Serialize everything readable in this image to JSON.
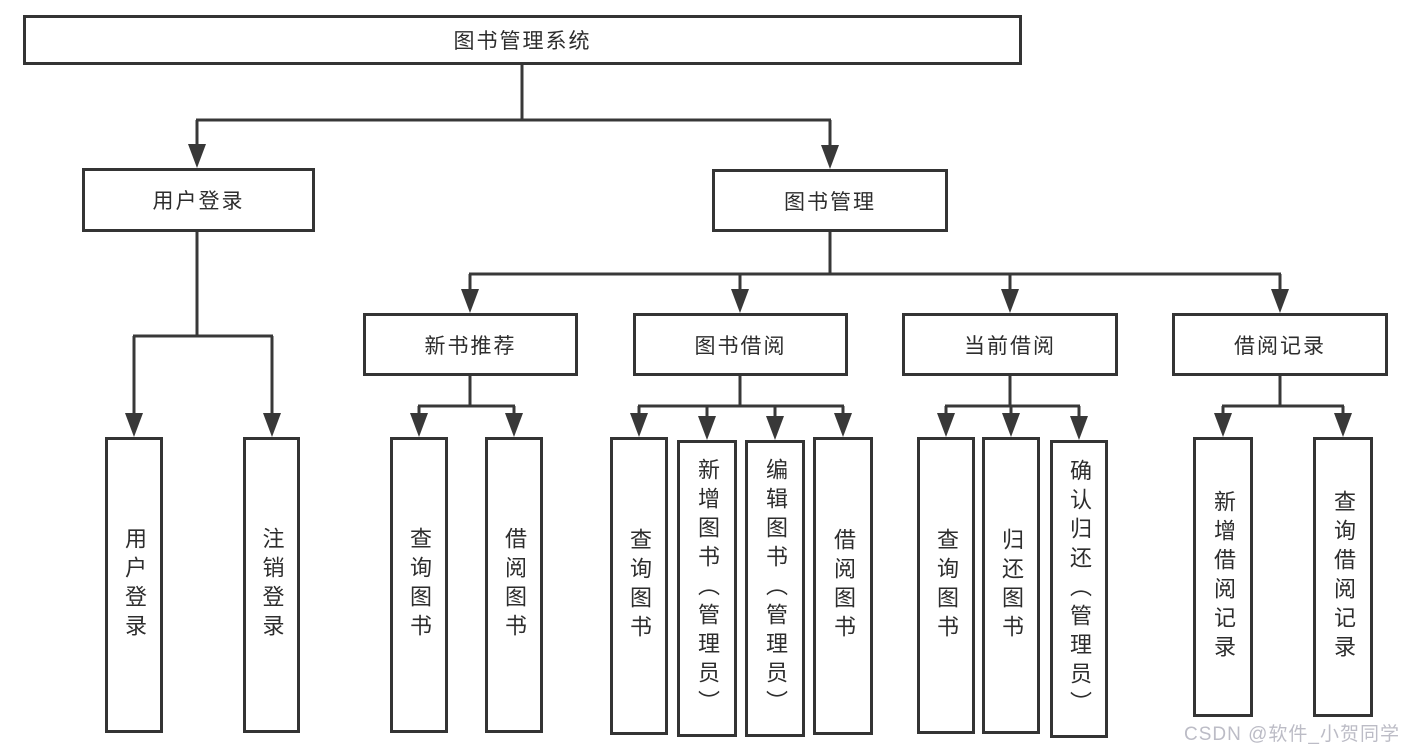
{
  "diagram": {
    "root": {
      "label": "图书管理系统"
    },
    "branches": [
      {
        "label": "用户登录",
        "children": [
          {
            "label": "用户登录"
          },
          {
            "label": "注销登录"
          }
        ]
      },
      {
        "label": "图书管理",
        "children": [
          {
            "label": "新书推荐",
            "children": [
              {
                "label": "查询图书"
              },
              {
                "label": "借阅图书"
              }
            ]
          },
          {
            "label": "图书借阅",
            "children": [
              {
                "label": "查询图书"
              },
              {
                "label": "新增图书（管理员）"
              },
              {
                "label": "编辑图书（管理员）"
              },
              {
                "label": "借阅图书"
              }
            ]
          },
          {
            "label": "当前借阅",
            "children": [
              {
                "label": "查询图书"
              },
              {
                "label": "归还图书"
              },
              {
                "label": "确认归还（管理员）"
              }
            ]
          },
          {
            "label": "借阅记录",
            "children": [
              {
                "label": "新增借阅记录"
              },
              {
                "label": "查询借阅记录"
              }
            ]
          }
        ]
      }
    ]
  },
  "watermark": {
    "text": "CSDN @软件_小贺同学"
  },
  "colors": {
    "line": "#383838",
    "box_border": "#343434",
    "text": "#2d2d2d",
    "watermark": "#bcbcc6",
    "background": "#ffffff"
  }
}
